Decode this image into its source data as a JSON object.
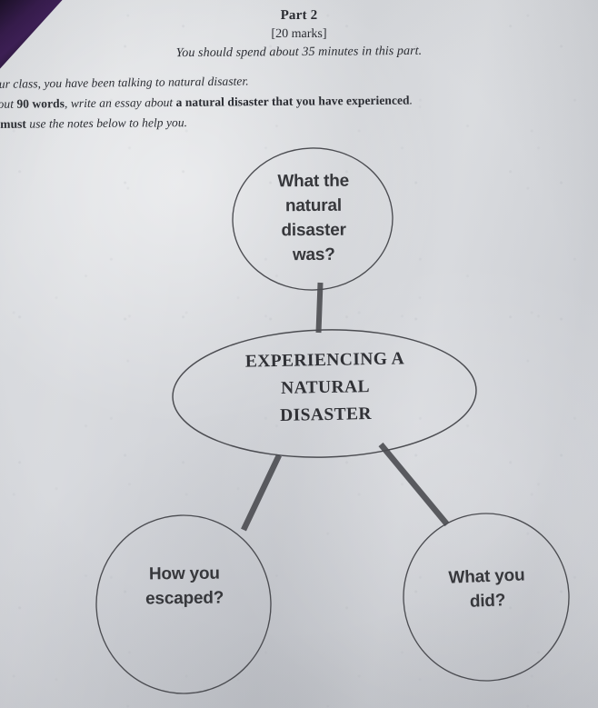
{
  "document": {
    "title": "Part 2",
    "marks": "[20 marks]",
    "time_advice": "You should spend about 35 minutes in this part.",
    "instructions": [
      {
        "id": "line-1",
        "text": "your class, you have been talking to natural disaster.",
        "truncated_left": true
      },
      {
        "id": "line-2",
        "prefix": "about ",
        "bold_1": "90 words",
        "middle": ", write an essay about ",
        "bold_2": "a natural disaster that you have experienced",
        "suffix": ".",
        "truncated_left": true
      },
      {
        "id": "line-3",
        "prefix": "u ",
        "bold_1": "must",
        "middle": " use the notes below to help you.",
        "truncated_left": true
      }
    ]
  },
  "mindmap": {
    "type": "radial-mind-map",
    "center": {
      "name": "center-node",
      "shape": "ellipse",
      "lines": [
        "EXPERIENCING A",
        "NATURAL",
        "DISASTER"
      ],
      "text": "EXPERIENCING A NATURAL DISASTER"
    },
    "branches": [
      {
        "name": "branch-top",
        "position": "top",
        "shape": "circle",
        "lines": [
          "What the",
          "natural",
          "disaster",
          "was?"
        ],
        "text": "What the natural disaster was?"
      },
      {
        "name": "branch-bottom-left",
        "position": "bottom-left",
        "shape": "circle",
        "lines": [
          "How you",
          "escaped?"
        ],
        "text": "How you escaped?"
      },
      {
        "name": "branch-bottom-right",
        "position": "bottom-right",
        "shape": "circle",
        "lines": [
          "What you",
          "did?"
        ],
        "text": "What you did?"
      }
    ],
    "connector_count": 3
  },
  "colors": {
    "paper": "#d7d9dd",
    "ink": "#37383c",
    "outline": "#4b4c51",
    "connector": "#4e4f54",
    "corner_background": "#34194a"
  }
}
